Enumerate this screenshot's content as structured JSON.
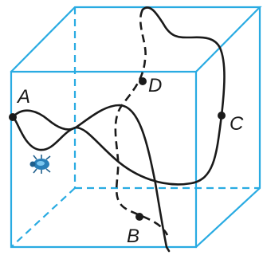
{
  "points": {
    "A": {
      "label": "A"
    },
    "B": {
      "label": "B"
    },
    "C": {
      "label": "C"
    },
    "D": {
      "label": "D"
    }
  },
  "colors": {
    "cube_edges": "#29abe2",
    "curve": "#1a1a1a",
    "bug": "#2a7fb8"
  },
  "icons": {
    "bug": "bug-icon"
  }
}
